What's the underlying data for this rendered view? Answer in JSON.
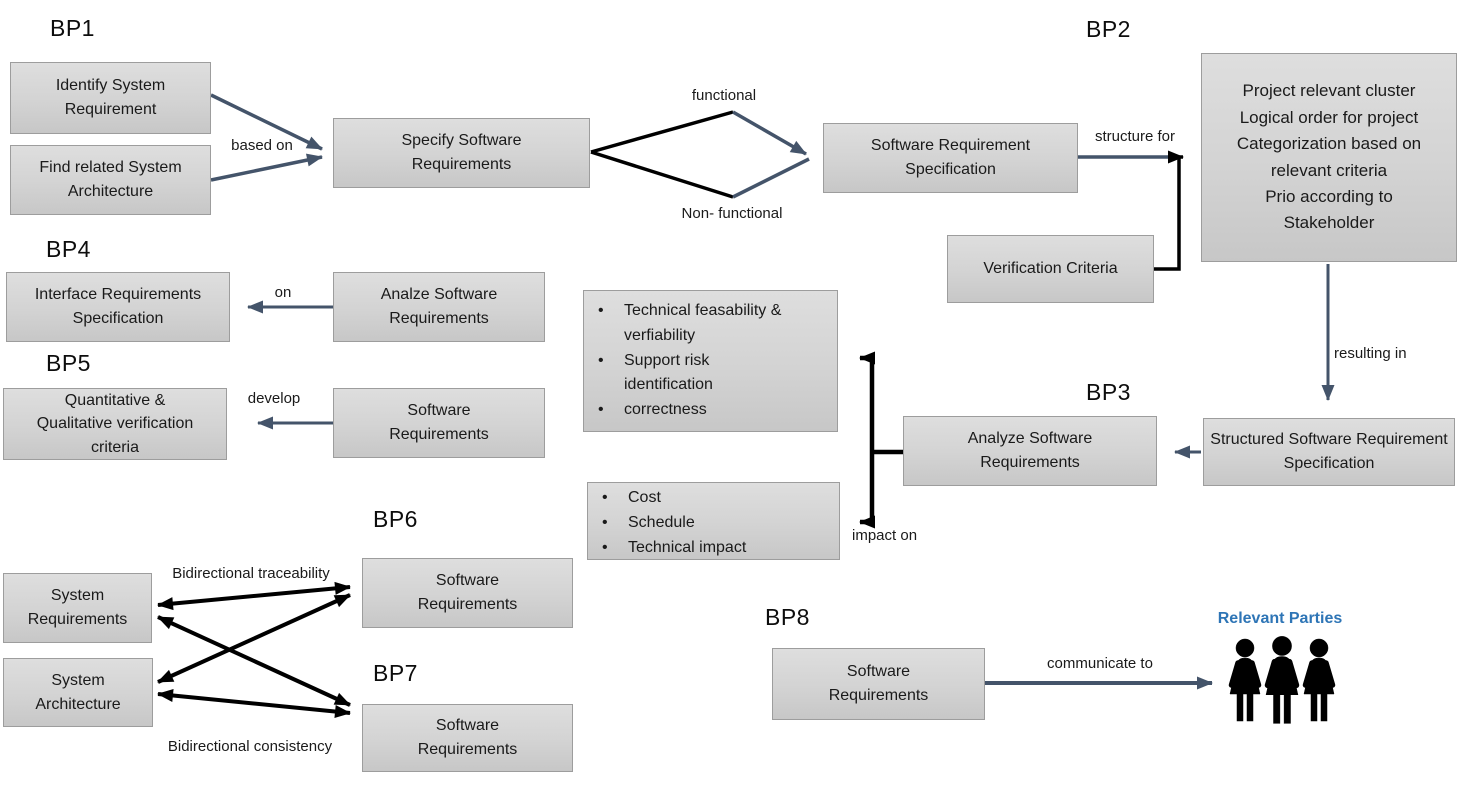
{
  "colors": {
    "box_fill_top": "#dedede",
    "box_fill_bottom": "#c7c7c7",
    "box_border": "#9d9d9d",
    "arrow_slate": "#44546A",
    "arrow_black": "#000000",
    "text": "#1a1a1a",
    "relevant_parties_blue": "#2E75B6"
  },
  "bp1": {
    "label": "BP1",
    "identify_box": "Identify System Requirement",
    "find_box": "Find related System Architecture",
    "based_on_label": "based on",
    "specify_box": "Specify Software Requirements",
    "functional_label": "functional",
    "non_functional_label": "Non- functional"
  },
  "bp2": {
    "label": "BP2",
    "srs_box": "Software Requirement Specification",
    "structure_for_label": "structure for",
    "cluster_box_lines": [
      "Project relevant cluster",
      "Logical order for project",
      "Categorization based on",
      "relevant criteria",
      "Prio according to",
      "Stakeholder"
    ],
    "verification_box": "Verification Criteria",
    "resulting_in_label": "resulting in"
  },
  "bp3": {
    "label": "BP3",
    "structured_box": "Structured Software Requirement Specification",
    "analyze_box": "Analyze Software Requirements",
    "quality_bullets": [
      "Technical feasability & verfiability",
      "Support risk identification",
      "correctness"
    ],
    "impact_bullets": [
      "Cost",
      "Schedule",
      "Technical impact"
    ],
    "impact_on_label": "impact on"
  },
  "bp4": {
    "label": "BP4",
    "interface_box": "Interface Requirements Specification",
    "on_label": "on",
    "analze_box": "Analze Software Requirements"
  },
  "bp5": {
    "label": "BP5",
    "criteria_box": "Quantitative & Qualitative verification criteria",
    "develop_label": "develop",
    "software_box": "Software Requirements"
  },
  "bp6_bp7": {
    "bp6_label": "BP6",
    "bp7_label": "BP7",
    "system_requirements_box": "System Requirements",
    "system_architecture_box": "System Architecture",
    "bp6_software_box": "Software Requirements",
    "bp7_software_box": "Software Requirements",
    "traceability_label": "Bidirectional traceability",
    "consistency_label": "Bidirectional consistency"
  },
  "bp8": {
    "label": "BP8",
    "software_box": "Software Requirements",
    "communicate_to_label": "communicate to",
    "relevant_parties_label": "Relevant Parties",
    "icon": "three-people-silhouette-icon"
  }
}
